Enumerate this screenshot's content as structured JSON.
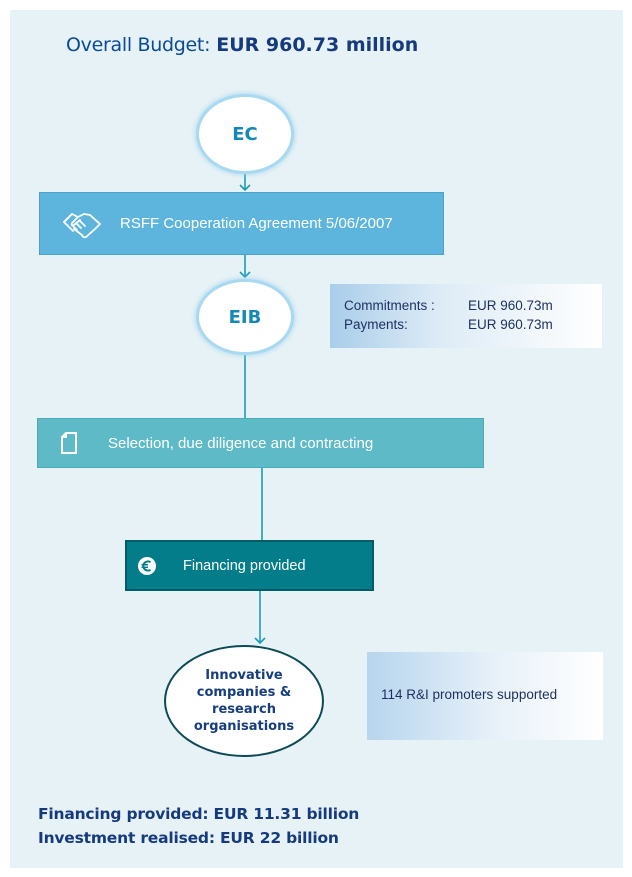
{
  "header": {
    "budget_label": "Overall Budget:",
    "budget_value": "EUR 960.73 million"
  },
  "nodes": {
    "ec": "EC",
    "rsff": "RSFF Cooperation Agreement  5/06/2007",
    "eib": "EIB",
    "selection": "Selection, due diligence and contracting",
    "financing": "Financing provided",
    "innovative": "Innovative companies & research organisations"
  },
  "eib_info": {
    "commitments_label": "Commitments :",
    "commitments_value": "EUR 960.73m",
    "payments_label": "Payments:",
    "payments_value": "EUR 960.73m"
  },
  "promoters_info": "114 R&I promoters supported",
  "footer": {
    "financing_line": "Financing provided: EUR 11.31 billion",
    "investment_line": "Investment realised: EUR 22 billion"
  },
  "icons": {
    "rsff": "handshake-icon",
    "selection": "document-icon",
    "financing": "euro-icon"
  },
  "colors": {
    "background": "#e7f2f6",
    "rsff_box": "#5db5dd",
    "selection_box": "#5dbac6",
    "financing_box": "#047d8a",
    "title_text": "#153a7e",
    "connector": "#1a9cb8"
  }
}
